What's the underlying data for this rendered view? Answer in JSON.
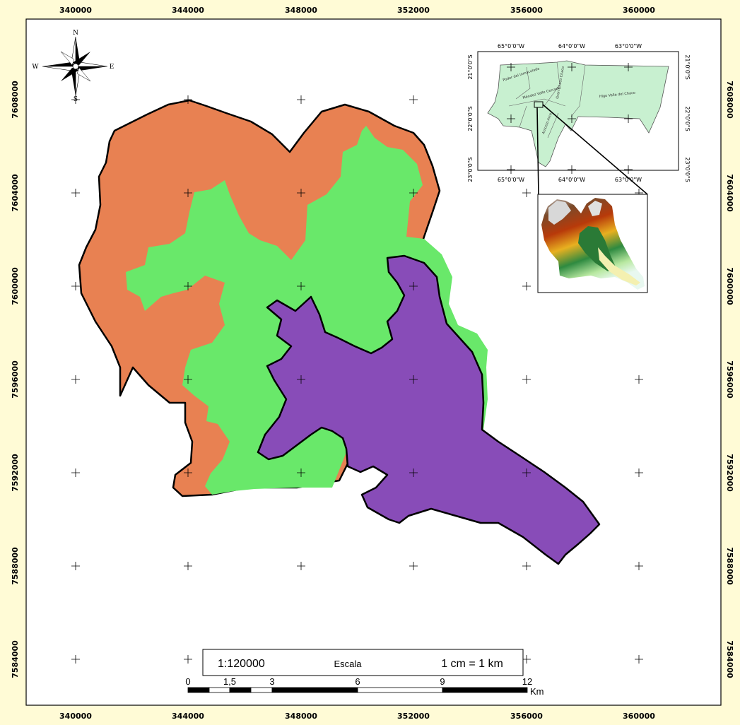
{
  "axes": {
    "x_ticks": [
      "340000",
      "344000",
      "348000",
      "352000",
      "356000",
      "360000"
    ],
    "y_ticks": [
      "7608000",
      "7604000",
      "7600000",
      "7596000",
      "7592000",
      "7588000",
      "7584000"
    ]
  },
  "compass": {
    "n": "N",
    "s": "S",
    "e": "E",
    "w": "W"
  },
  "inset": {
    "lon_labels": [
      "65°0'0\"W",
      "64°0'0\"W",
      "63°0'0\"W"
    ],
    "lat_labels": [
      "21°0'0\"S",
      "22°0'0\"S",
      "23°0'0\"S"
    ]
  },
  "scale": {
    "ratio": "1:120000",
    "title": "Escala",
    "equivalence": "1 cm = 1 km",
    "ticks": [
      "0",
      "1,5",
      "3",
      "6",
      "9",
      "12"
    ],
    "unit": "Km"
  },
  "colors": {
    "upper_zone": "#e88152",
    "middle_zone": "#69e86a",
    "lower_zone": "#884cb8",
    "background": "#fffbd6",
    "inset_fill": "#c8f0d0"
  }
}
